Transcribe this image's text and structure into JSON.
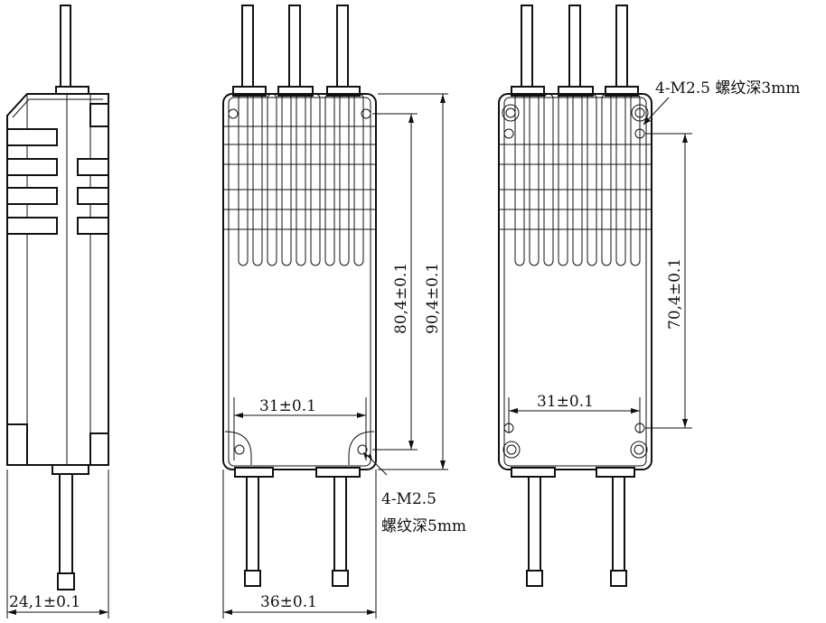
{
  "views": {
    "side": {
      "width_dim": "24,1±0.1"
    },
    "front": {
      "width_dim": "36±0.1",
      "hole_spacing_h": "31±0.1",
      "hole_spacing_v": "80,4±0.1",
      "overall_height": "90,4±0.1",
      "thread_note_line1": "4-M2.5",
      "thread_note_line2": "螺纹深5mm"
    },
    "back": {
      "hole_spacing_h": "31±0.1",
      "hole_spacing_v": "70,4±0.1",
      "thread_note": "4-M2.5 螺纹深3mm"
    }
  }
}
